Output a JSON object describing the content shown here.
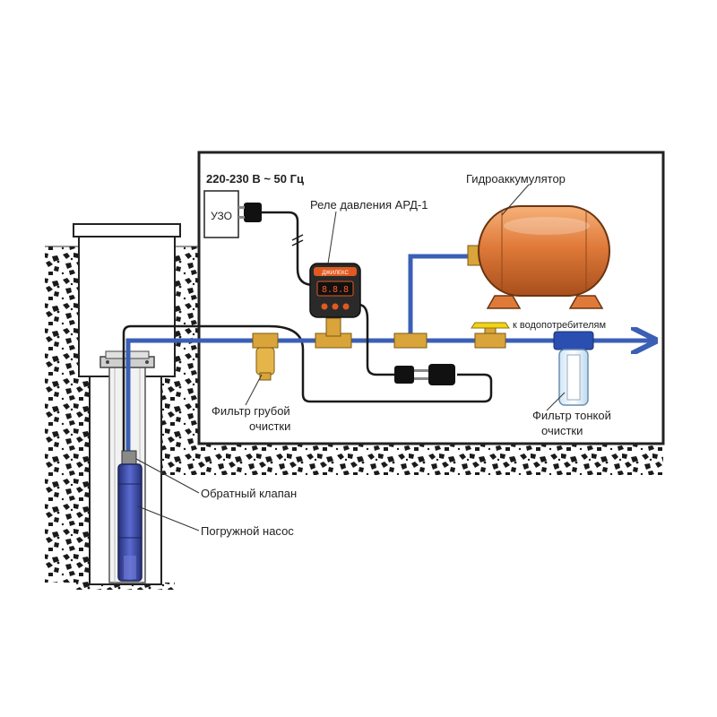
{
  "labels": {
    "voltage": "220-230 В ~ 50 Гц",
    "rcd": "УЗО",
    "pressure_relay": "Реле давления АРД-1",
    "accumulator": "Гидроаккумулятор",
    "to_consumers": "к водопотребителям",
    "coarse_filter_line1": "Фильтр грубой",
    "coarse_filter_line2": "очистки",
    "fine_filter_line1": "Фильтр тонкой",
    "fine_filter_line2": "очистки",
    "check_valve": "Обратный клапан",
    "submersible_pump": "Погружной насос",
    "relay_brand": "ДЖИЛЕКС"
  },
  "colors": {
    "pipe": "#3a5fb5",
    "cable": "#1a1a1a",
    "tank": "#e07a3a",
    "relay_body": "#2a2a2a",
    "relay_accent": "#e05a20",
    "brass": "#d9a43a",
    "valve_handle": "#f2d21a",
    "pump": "#3c4aa8"
  }
}
